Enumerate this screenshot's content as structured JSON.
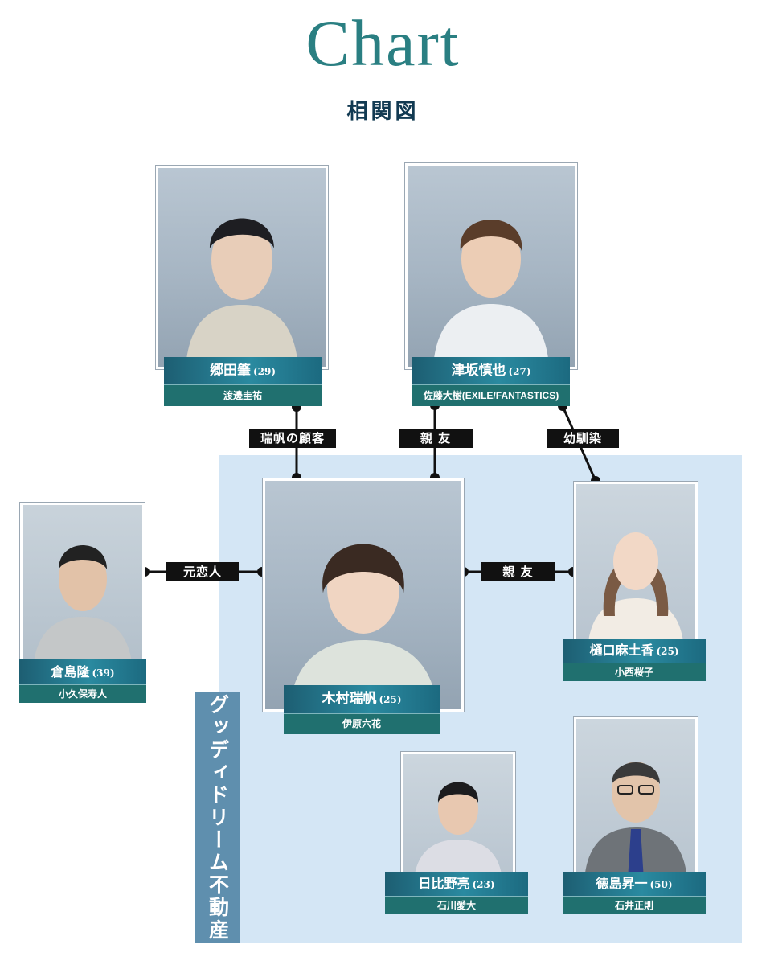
{
  "header": {
    "title": "Chart",
    "subtitle": "相関図"
  },
  "company": {
    "label": "グッディドリーム不動産"
  },
  "relations": {
    "client": "瑞帆の顧客",
    "best_friend": "親 友",
    "childhood": "幼馴染",
    "ex": "元恋人",
    "best_friend2": "親 友"
  },
  "people": {
    "goda": {
      "name": "郷田肇",
      "age": "(29)",
      "actor": "渡邊圭祐"
    },
    "tsusaka": {
      "name": "津坂慎也",
      "age": "(27)",
      "actor": "佐藤大樹(EXILE/FANTASTICS)"
    },
    "kurashima": {
      "name": "倉島隆",
      "age": "(39)",
      "actor": "小久保寿人"
    },
    "kimura": {
      "name": "木村瑞帆",
      "age": "(25)",
      "actor": "伊原六花"
    },
    "higuchi": {
      "name": "樋口麻土香",
      "age": "(25)",
      "actor": "小西桜子"
    },
    "hibino": {
      "name": "日比野亮",
      "age": "(23)",
      "actor": "石川愛大"
    },
    "tokushima": {
      "name": "徳島昇一",
      "age": "(50)",
      "actor": "石井正則"
    }
  },
  "colors": {
    "title": "#2a7f82",
    "company_bg": "#d4e6f5",
    "company_label": "#5f8fae",
    "nameplate": "#2a8aa0"
  }
}
